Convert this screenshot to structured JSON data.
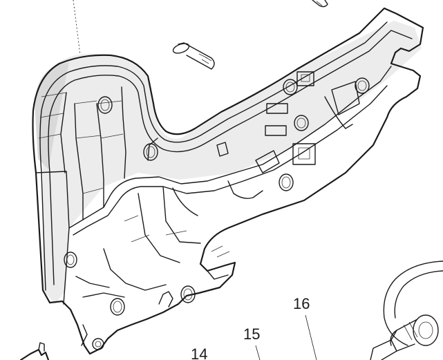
{
  "callouts": [
    {
      "id": "14",
      "label": "14"
    },
    {
      "id": "15",
      "label": "15"
    },
    {
      "id": "16",
      "label": "16"
    }
  ],
  "colors": {
    "ink": "#1a1a1a",
    "background": "#ffffff",
    "shade": "#d9d9d9"
  }
}
